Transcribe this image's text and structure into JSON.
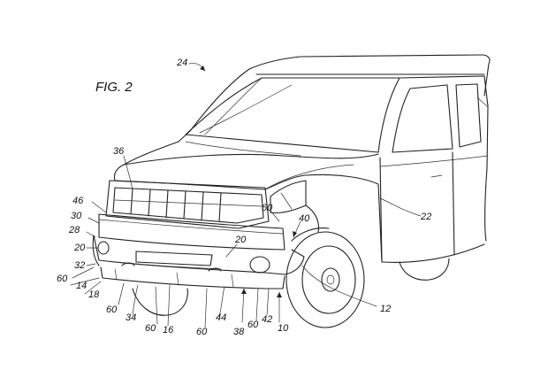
{
  "figure": {
    "title": "FIG. 2",
    "reference_numerals": [
      {
        "id": "24",
        "text": "24"
      },
      {
        "id": "36",
        "text": "36"
      },
      {
        "id": "46",
        "text": "46"
      },
      {
        "id": "30",
        "text": "30"
      },
      {
        "id": "28",
        "text": "28"
      },
      {
        "id": "20a",
        "text": "20"
      },
      {
        "id": "32",
        "text": "32"
      },
      {
        "id": "60a",
        "text": "60"
      },
      {
        "id": "14",
        "text": "14"
      },
      {
        "id": "18",
        "text": "18"
      },
      {
        "id": "60b",
        "text": "60"
      },
      {
        "id": "34",
        "text": "34"
      },
      {
        "id": "60c",
        "text": "60"
      },
      {
        "id": "16",
        "text": "16"
      },
      {
        "id": "60d",
        "text": "60"
      },
      {
        "id": "44",
        "text": "44"
      },
      {
        "id": "38",
        "text": "38"
      },
      {
        "id": "60e",
        "text": "60"
      },
      {
        "id": "42",
        "text": "42"
      },
      {
        "id": "10",
        "text": "10"
      },
      {
        "id": "12",
        "text": "12"
      },
      {
        "id": "20b",
        "text": "20"
      },
      {
        "id": "60f",
        "text": "60"
      },
      {
        "id": "40",
        "text": "40"
      },
      {
        "id": "22",
        "text": "22"
      }
    ]
  }
}
